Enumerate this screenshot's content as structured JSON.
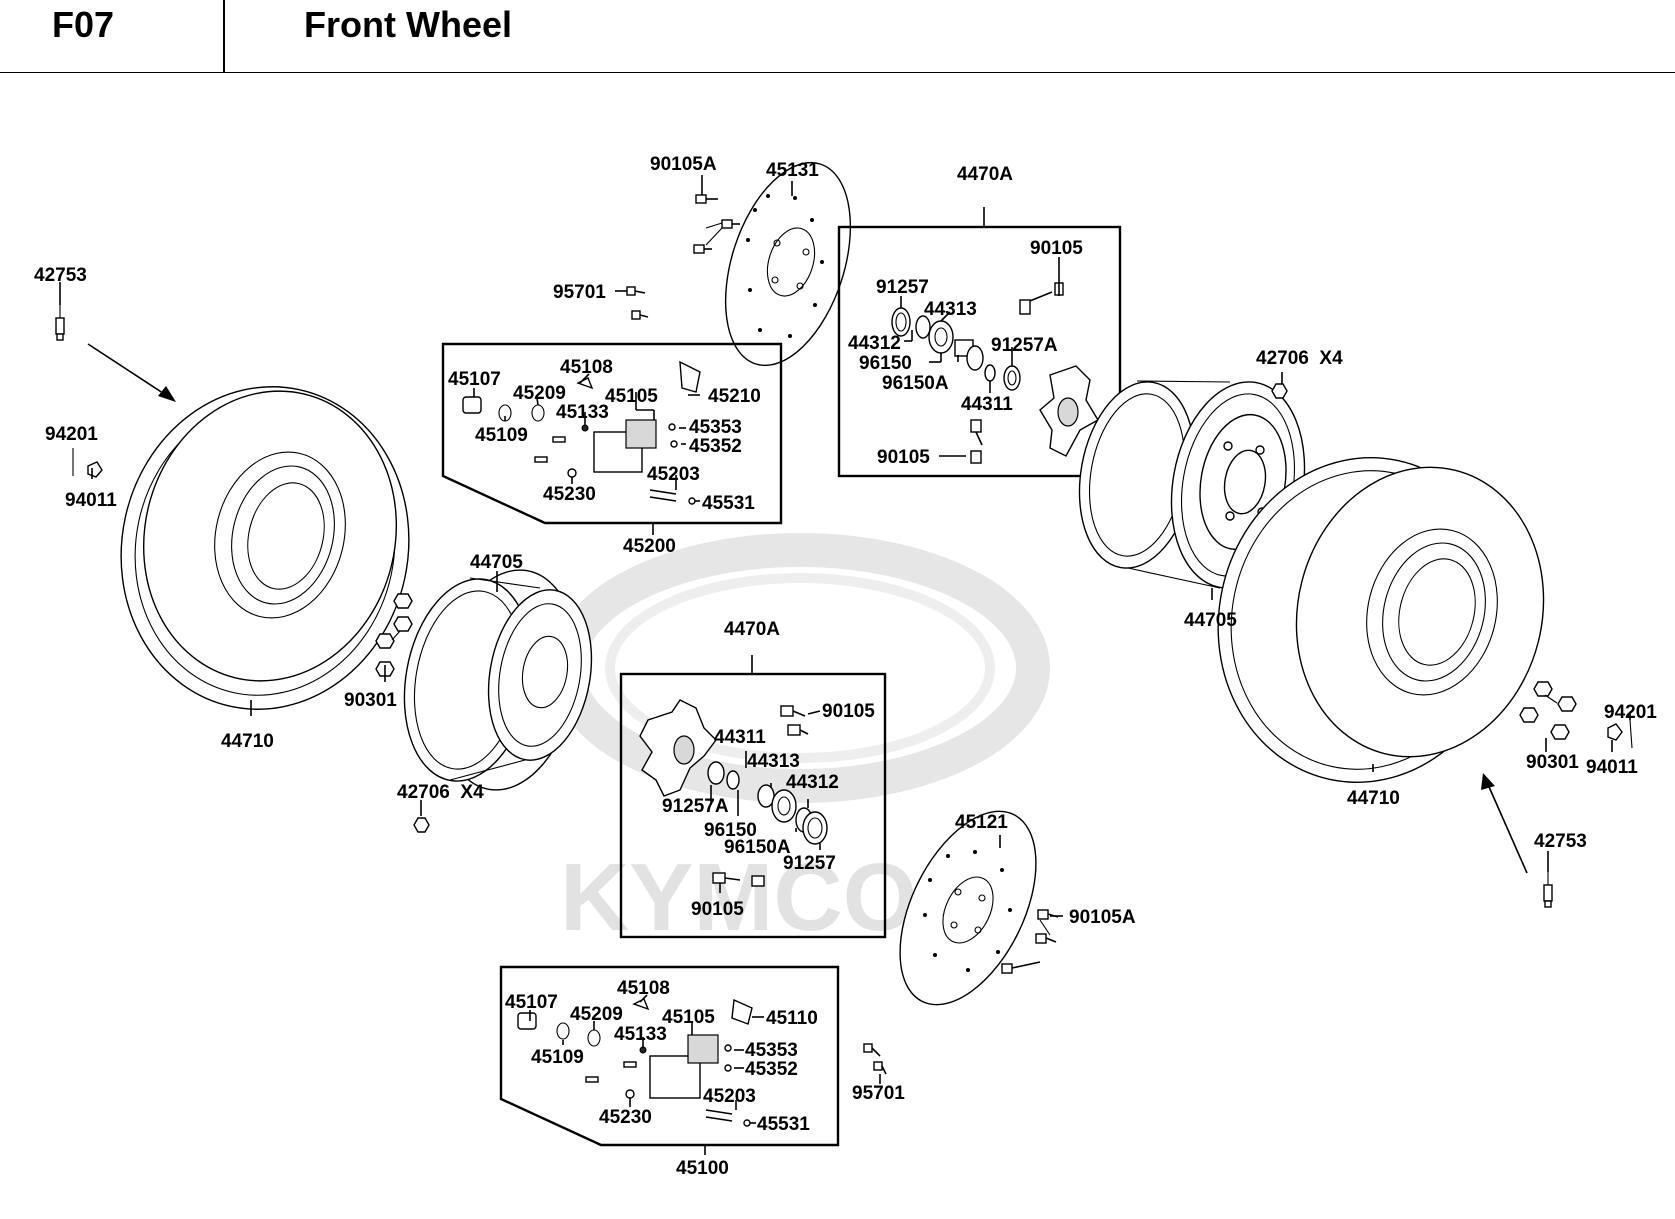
{
  "header": {
    "code": "F07",
    "title": "Front Wheel"
  },
  "watermark": {
    "brand": "KYMCO"
  },
  "labels": {
    "p42753_l": "42753",
    "p94201_l": "94201",
    "p94011_l": "94011",
    "p44710_l": "44710",
    "p90301_l": "90301",
    "p44705_l": "44705",
    "p42706_l": "42706  X4",
    "p90105A_t": "90105A",
    "p45131": "45131",
    "p95701_t": "95701",
    "p45107_t": "45107",
    "p45108_t": "45108",
    "p45209_t": "45209",
    "p45105_t": "45105",
    "p45210": "45210",
    "p45133_t": "45133",
    "p45109_t": "45109",
    "p45353_t": "45353",
    "p45352_t": "45352",
    "p45203_t": "45203",
    "p45230_t": "45230",
    "p45531_t": "45531",
    "p45200": "45200",
    "p4470A_t": "4470A",
    "p90105_t1": "90105",
    "p91257_t": "91257",
    "p44313_t": "44313",
    "p44312_t": "44312",
    "p96150_t": "96150",
    "p96150A_t": "96150A",
    "p91257A_t": "91257A",
    "p44311_t": "44311",
    "p90105_t2": "90105",
    "p42706_r": "42706  X4",
    "p44705_r": "44705",
    "p44710_r": "44710",
    "p94201_r": "94201",
    "p90301_r": "90301",
    "p94011_r": "94011",
    "p42753_r": "42753",
    "p4470A_b": "4470A",
    "p90105_b1": "90105",
    "p44311_b": "44311",
    "p44313_b": "44313",
    "p44312_b": "44312",
    "p91257A_b": "91257A",
    "p96150_b": "96150",
    "p96150A_b": "96150A",
    "p91257_b": "91257",
    "p90105_b2": "90105",
    "p45121": "45121",
    "p90105A_b": "90105A",
    "p45107_b": "45107",
    "p45108_b": "45108",
    "p45209_b": "45209",
    "p45105_b": "45105",
    "p45110": "45110",
    "p45133_b": "45133",
    "p45109_b": "45109",
    "p45353_b": "45353",
    "p45352_b": "45352",
    "p45203_b": "45203",
    "p45230_b": "45230",
    "p45531_b": "45531",
    "p45100": "45100",
    "p95701_b": "95701"
  }
}
